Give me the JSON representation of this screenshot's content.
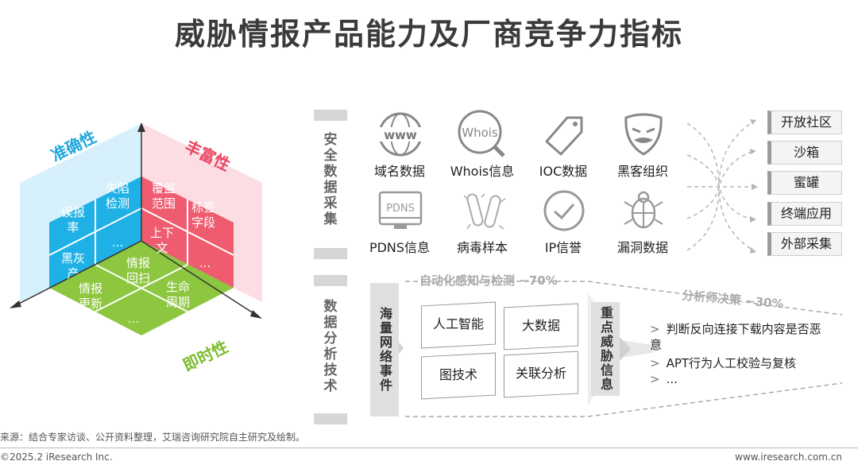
{
  "title": "威胁情报产品能力及厂商竞争力指标",
  "cube": {
    "axis_accuracy": "准确性",
    "axis_richness": "丰富性",
    "axis_timeliness": "即时性",
    "left_face": [
      "失陷\n检测",
      "误报\n率",
      "...",
      "黑灰\n产"
    ],
    "right_face": [
      "覆盖\n范围",
      "标签\n字段",
      "上下\n文",
      "..."
    ],
    "bottom_face": [
      "情报\n回扫",
      "情报\n更新",
      "生命\n周期",
      "..."
    ]
  },
  "section_labels": {
    "data_collection": "安全数据采集",
    "data_analysis": "数据分析技术"
  },
  "sources": [
    {
      "icon": "www-icon",
      "label": "域名数据"
    },
    {
      "icon": "whois-icon",
      "label": "Whois信息"
    },
    {
      "icon": "tag-icon",
      "label": "IOC数据"
    },
    {
      "icon": "hacker-mask-icon",
      "label": "黑客组织"
    },
    {
      "icon": "pdns-icon",
      "label": "PDNS信息"
    },
    {
      "icon": "virus-icon",
      "label": "病毒样本"
    },
    {
      "icon": "check-circle-icon",
      "label": "IP信誉"
    },
    {
      "icon": "bug-icon",
      "label": "漏洞数据"
    }
  ],
  "source_channels": [
    "开放社区",
    "沙箱",
    "蜜罐",
    "终端应用",
    "外部采集"
  ],
  "analysis": {
    "auto_label": "自动化感知与检测 ~70%",
    "analyst_label": "分析师决策 ~30%",
    "input_label": "海量网络事件",
    "techniques": [
      "人工智能",
      "大数据",
      "图技术",
      "关联分析"
    ],
    "focus_label": "重点威胁信息",
    "bullets": [
      "判断反向连接下载内容是否恶意",
      "APT行为人工校验与复核",
      "..."
    ]
  },
  "footer": {
    "source": "来源：结合专家访谈、公开资料整理，艾瑞咨询研究院自主研究及绘制。",
    "copyright": "©2025.2 iResearch Inc.",
    "website": "www.iresearch.com.cn"
  },
  "colors": {
    "accuracy": "#29b6e8",
    "richness": "#f0506e",
    "timeliness": "#8cc63f"
  }
}
